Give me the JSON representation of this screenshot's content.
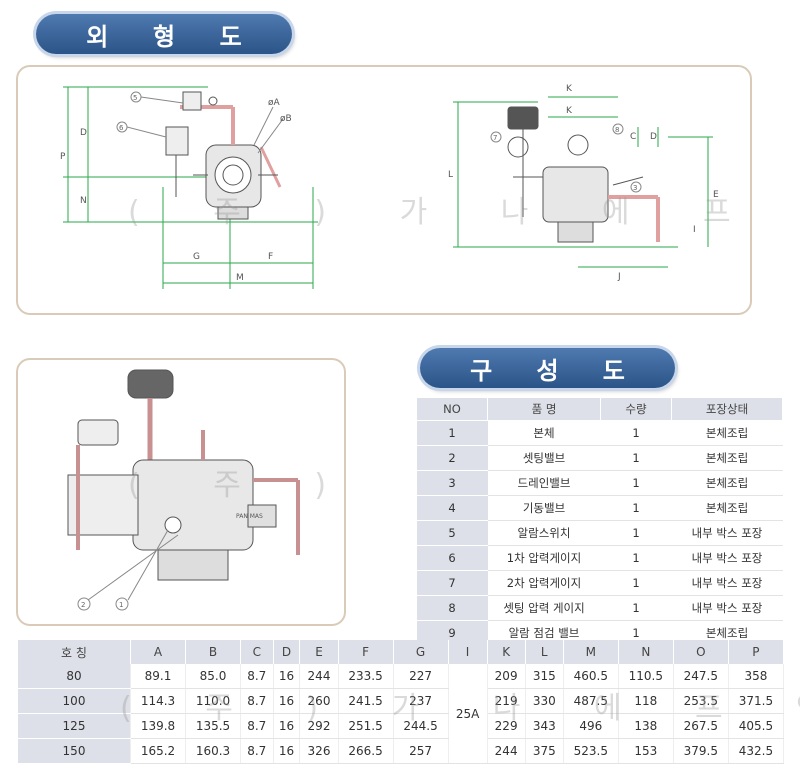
{
  "sections": {
    "exterior": [
      "외",
      "형",
      "도"
    ],
    "composition": [
      "구",
      "성",
      "도"
    ]
  },
  "watermark": "( 주 ) 가 나 에 프 앤 씨",
  "dimension_labels": {
    "front": [
      "P",
      "D",
      "N",
      "G",
      "F",
      "M",
      "øA",
      "øB"
    ],
    "side": [
      "K",
      "K",
      "L",
      "C",
      "D",
      "E",
      "I",
      "J"
    ]
  },
  "callouts": {
    "front": [
      "5",
      "6"
    ],
    "side": [
      "7",
      "8",
      "3"
    ],
    "cutaway": [
      "2",
      "1"
    ]
  },
  "valve_label": "PAN MAS",
  "parts_table": {
    "headers": [
      "NO",
      "품 명",
      "수량",
      "포장상태"
    ],
    "rows": [
      {
        "no": "1",
        "name": "본체",
        "qty": "1",
        "pack": "본체조립"
      },
      {
        "no": "2",
        "name": "셋팅밸브",
        "qty": "1",
        "pack": "본체조립"
      },
      {
        "no": "3",
        "name": "드레인밸브",
        "qty": "1",
        "pack": "본체조립"
      },
      {
        "no": "4",
        "name": "기동밸브",
        "qty": "1",
        "pack": "본체조립"
      },
      {
        "no": "5",
        "name": "알람스위치",
        "qty": "1",
        "pack": "내부 박스 포장"
      },
      {
        "no": "6",
        "name": "1차 압력게이지",
        "qty": "1",
        "pack": "내부 박스 포장"
      },
      {
        "no": "7",
        "name": "2차 압력게이지",
        "qty": "1",
        "pack": "내부 박스 포장"
      },
      {
        "no": "8",
        "name": "셋팅 압력 게이지",
        "qty": "1",
        "pack": "내부 박스 포장"
      },
      {
        "no": "9",
        "name": "알람 점검 밸브",
        "qty": "1",
        "pack": "본체조립"
      }
    ]
  },
  "dims_table": {
    "headers": [
      "호 칭",
      "A",
      "B",
      "C",
      "D",
      "E",
      "F",
      "G",
      "I",
      "K",
      "L",
      "M",
      "N",
      "O",
      "P"
    ],
    "i_value": "25A",
    "rows": [
      {
        "size": "80",
        "A": "89.1",
        "B": "85.0",
        "C": "8.7",
        "D": "16",
        "E": "244",
        "F": "233.5",
        "G": "227",
        "K": "209",
        "L": "315",
        "M": "460.5",
        "N": "110.5",
        "O": "247.5",
        "P": "358"
      },
      {
        "size": "100",
        "A": "114.3",
        "B": "110.0",
        "C": "8.7",
        "D": "16",
        "E": "260",
        "F": "241.5",
        "G": "237",
        "K": "219",
        "L": "330",
        "M": "487.5",
        "N": "118",
        "O": "253.5",
        "P": "371.5"
      },
      {
        "size": "125",
        "A": "139.8",
        "B": "135.5",
        "C": "8.7",
        "D": "16",
        "E": "292",
        "F": "251.5",
        "G": "244.5",
        "K": "229",
        "L": "343",
        "M": "496",
        "N": "138",
        "O": "267.5",
        "P": "405.5"
      },
      {
        "size": "150",
        "A": "165.2",
        "B": "160.3",
        "C": "8.7",
        "D": "16",
        "E": "326",
        "F": "266.5",
        "G": "257",
        "K": "244",
        "L": "375",
        "M": "523.5",
        "N": "153",
        "O": "379.5",
        "P": "432.5"
      }
    ]
  }
}
